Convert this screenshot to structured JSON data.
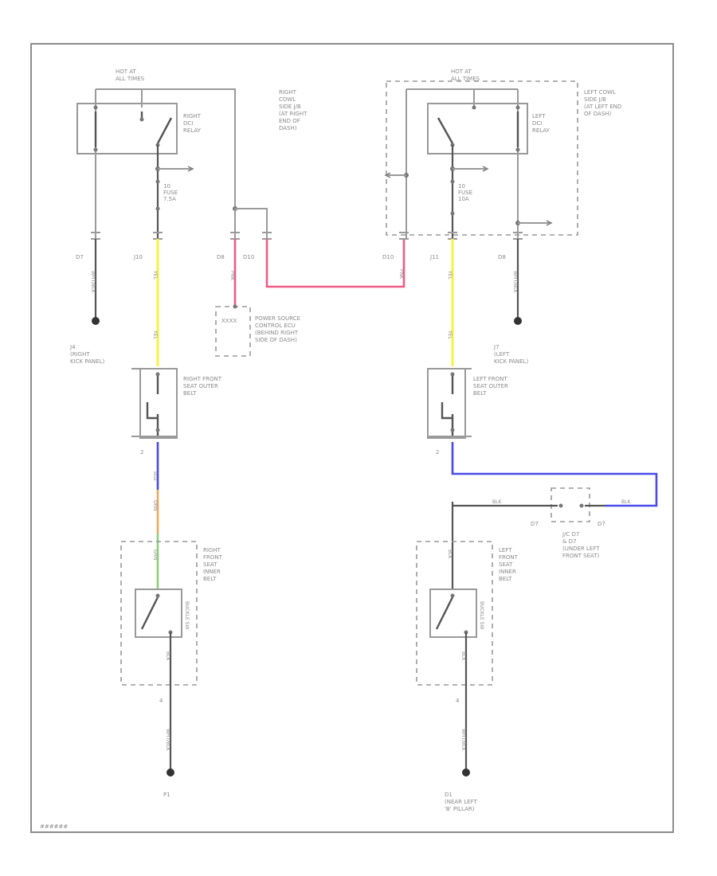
{
  "labels": {
    "hot_right": "HOT AT\nALL TIMES",
    "hot_left": "HOT AT\nALL TIMES",
    "right_relay": "RIGHT\nDCI\nRELAY",
    "left_relay": "LEFT\nDCI\nRELAY",
    "right_cowl": "RIGHT\nCOWL\nSIDE J/B\n(AT RIGHT\nEND OF\nDASH)",
    "left_cowl": "LEFT COWL\nSIDE J/B\n(AT LEFT END\nOF DASH)",
    "right_fuse": "10\nFUSE\n7.5A",
    "left_fuse": "10\nFUSE\n10A",
    "c_d7": "D7",
    "c_j10": "J10",
    "c_d8_r": "D8",
    "c_d10_r": "D10",
    "c_d10_l": "D10",
    "c_j11": "J11",
    "c_d8_l": "D8",
    "wire_wht_blk_r": "WHT/BLK",
    "wire_yel_r1": "YEL",
    "wire_yel_r2": "YEL",
    "wire_pnk_r": "PNK",
    "wire_pnk_l": "PNK",
    "wire_yel_l1": "YEL",
    "wire_yel_l2": "YEL",
    "wire_wht_blk_l": "WHT/BLK",
    "wire_blu_r": "BLU",
    "wire_orn_r": "ORN",
    "wire_grn_r": "GRN",
    "wire_blk_r": "BLK",
    "wire_wht_blk_r2": "WHT/BLK",
    "wire_blk_l1": "BLK",
    "wire_blk_l2": "BLK",
    "wire_blk_l3": "BLK",
    "wire_blk_l4": "BLK",
    "wire_wht_blk_l2": "WHT/BLK",
    "power_ecu_code": "XXXX",
    "power_ecu": "POWER SOURCE\nCONTROL ECU\n(BEHIND RIGHT\nSIDE OF DASH)",
    "gnd_j4": "J4\n(RIGHT\nKICK PANEL)",
    "gnd_j7": "J7\n(LEFT\nKICK PANEL)",
    "right_front_outer": "RIGHT FRONT\nSEAT OUTER\nBELT",
    "left_front_outer": "LEFT FRONT\nSEAT OUTER\nBELT",
    "pin_2_r": "2",
    "pin_2_l": "2",
    "right_front_inner": "RIGHT\nFRONT\nSEAT\nINNER\nBELT",
    "left_front_inner": "LEFT\nFRONT\nSEAT\nINNER\nBELT",
    "buckle_r": "BUCKLE SW",
    "buckle_l": "BUCKLE SW",
    "junction": "J/C D7\n& D7\n(UNDER LEFT\nFRONT SEAT)",
    "j_d7": "D7",
    "j_d7b": "D7",
    "pin_4_r": "4",
    "pin_4_l": "4",
    "gnd_p1": "P1",
    "gnd_d1": "D1\n(NEAR LEFT\n'B' PILLAR)",
    "diagram_id": "######"
  },
  "colors": {
    "yellow": "#f5f542",
    "pink": "#ef5a86",
    "blue": "#4a4ae8",
    "orange": "#f0a860",
    "green": "#8cd17a",
    "black": "#444444",
    "frame": "#8c8c8c"
  }
}
